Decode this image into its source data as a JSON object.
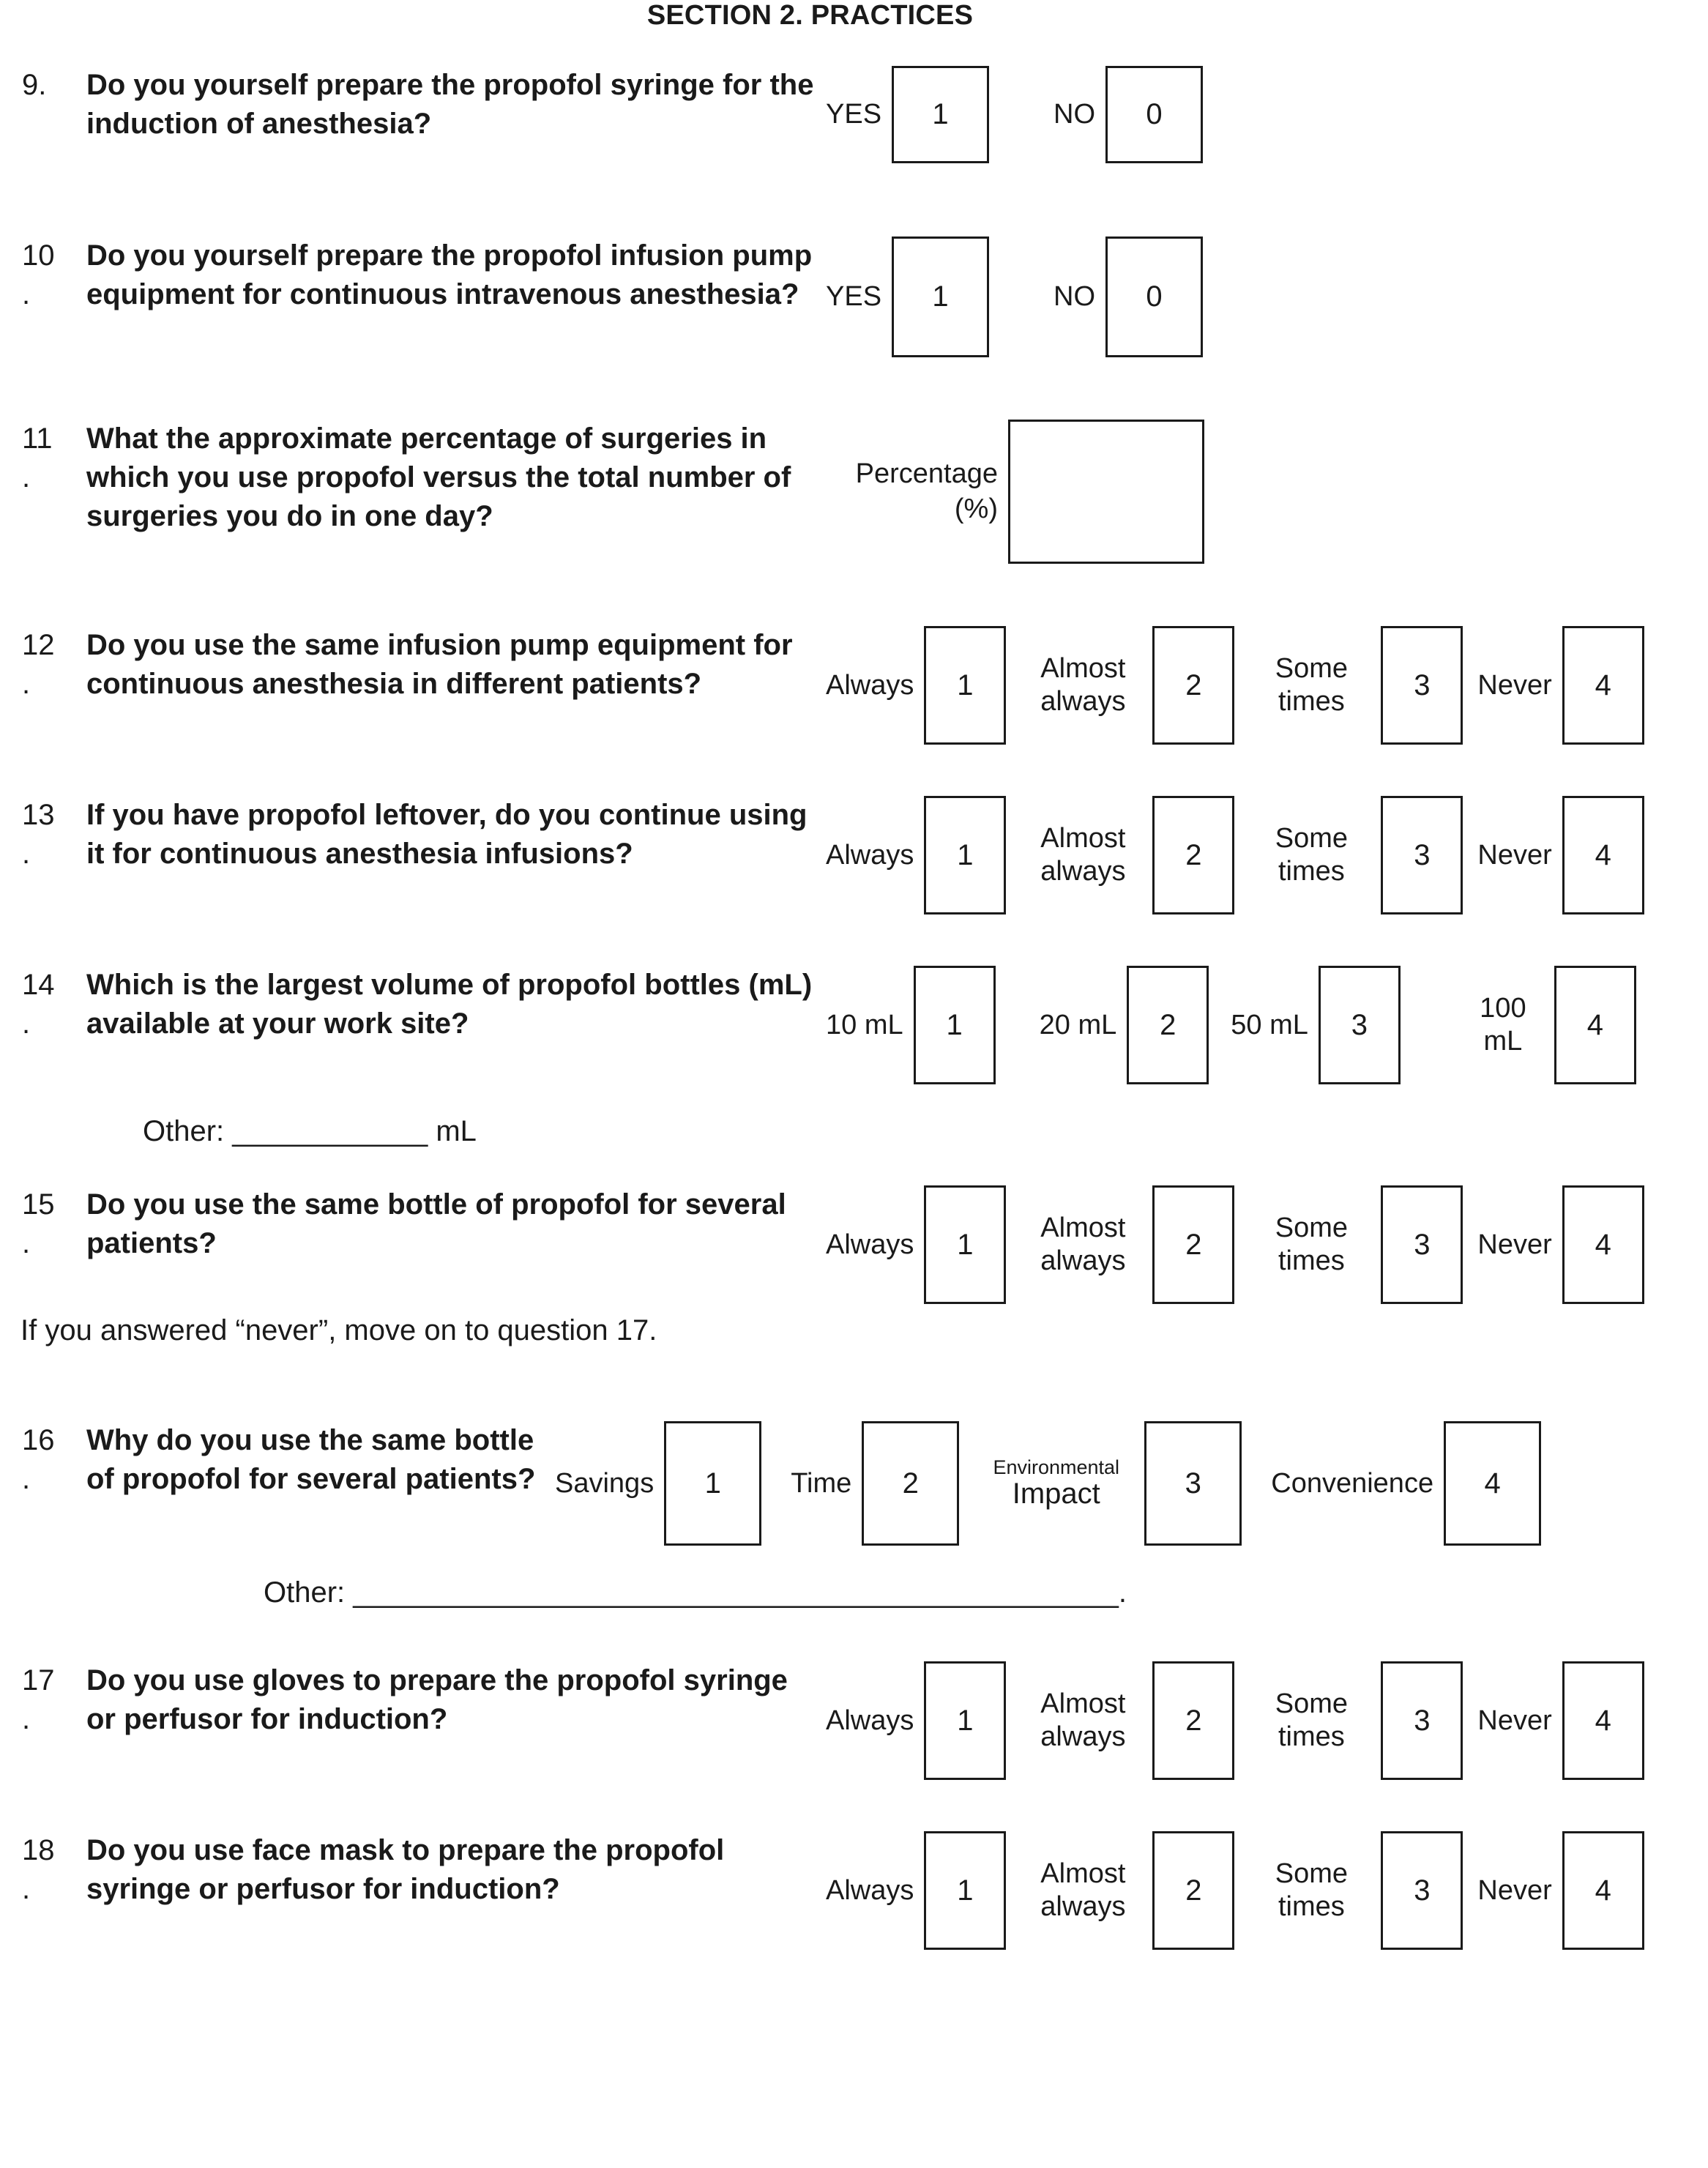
{
  "section": {
    "title": "SECTION 2. PRACTICES"
  },
  "scales": {
    "yesno": [
      {
        "label": "YES",
        "value": "1"
      },
      {
        "label": "NO",
        "value": "0"
      }
    ],
    "frequency": [
      {
        "label": "Always",
        "value": "1"
      },
      {
        "label": "Almost always",
        "value": "2"
      },
      {
        "label": "Some times",
        "value": "3"
      },
      {
        "label": "Never",
        "value": "4"
      }
    ],
    "volume": [
      {
        "label": "10 mL",
        "value": "1"
      },
      {
        "label": "20 mL",
        "value": "2"
      },
      {
        "label": "50 mL",
        "value": "3"
      },
      {
        "label": "100 mL",
        "value": "4"
      }
    ],
    "reasons": [
      {
        "label": "Savings",
        "value": "1"
      },
      {
        "label": "Time",
        "value": "2"
      },
      {
        "label_small": "Environmental",
        "label_big": "Impact",
        "value": "3"
      },
      {
        "label": "Convenience",
        "value": "4"
      }
    ],
    "percentage": {
      "label_line1": "Percentage",
      "label_line2": "(%)",
      "value": ""
    }
  },
  "questions": [
    {
      "number": "9.",
      "text": "Do you yourself prepare the propofol syringe for the induction of anesthesia?"
    },
    {
      "number": "10",
      "dot": ".",
      "text": "Do you yourself prepare the propofol infusion pump equipment for continuous intravenous anesthesia?"
    },
    {
      "number": "11",
      "dot": ".",
      "text": "What the approximate percentage of surgeries in which you use propofol versus the total number of surgeries you do in one day?"
    },
    {
      "number": "12",
      "dot": ".",
      "text": "Do you use the same infusion pump equipment for continuous anesthesia in different patients?"
    },
    {
      "number": "13",
      "dot": ".",
      "text": "If you have propofol leftover, do you continue using it for continuous anesthesia infusions?"
    },
    {
      "number": "14",
      "dot": ".",
      "text": "Which is the largest volume of propofol bottles (mL) available at your work site?",
      "other": "Other: ____________ mL"
    },
    {
      "number": "15",
      "dot": ".",
      "text": "Do you use the same bottle of propofol for several patients?",
      "note": "If you answered “never”, move on to question 17."
    },
    {
      "number": "16",
      "dot": ".",
      "text": "Why do you use the same bottle of propofol for several patients?",
      "other": "Other: _______________________________________________."
    },
    {
      "number": "17",
      "dot": ".",
      "text": "Do you use gloves to prepare the propofol syringe or perfusor for induction?"
    },
    {
      "number": "18",
      "dot": ".",
      "text": "Do you use face mask to prepare the propofol syringe or perfusor for induction?"
    }
  ],
  "colors": {
    "ink": "#1a1a1a",
    "paper": "#ffffff"
  }
}
